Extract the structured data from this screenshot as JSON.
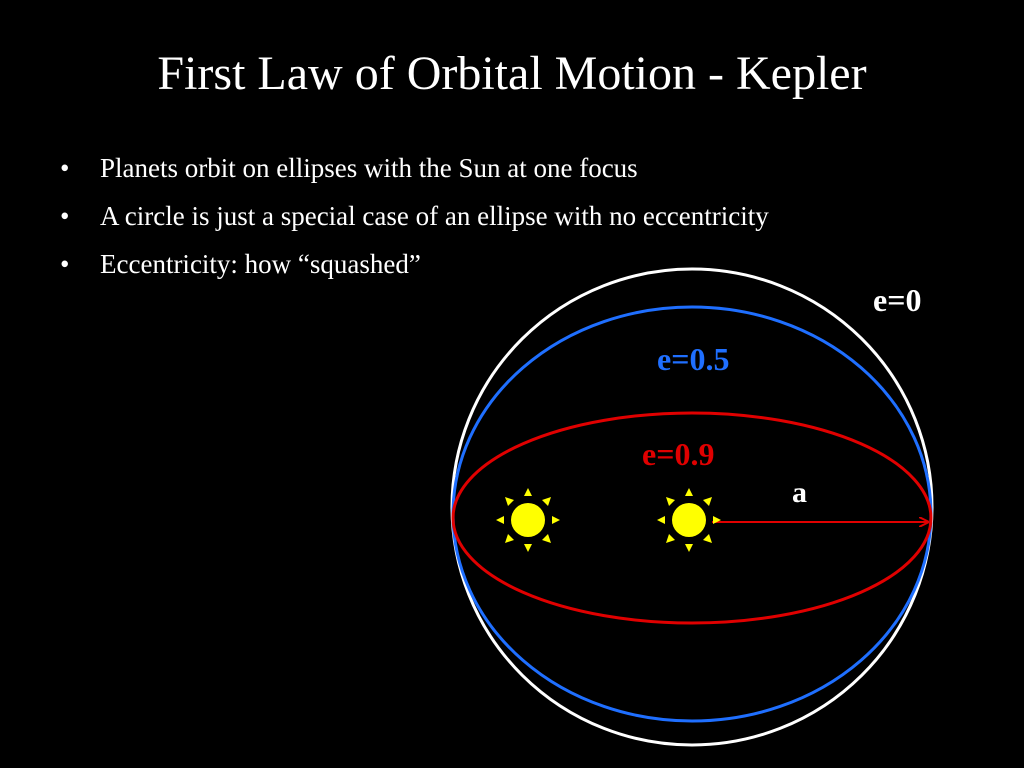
{
  "title": "First Law of Orbital Motion - Kepler",
  "bullets": [
    "Planets orbit on ellipses with the Sun at one focus",
    "A circle is just a special case of an ellipse with no eccentricity",
    "Eccentricity: how “squashed”"
  ],
  "bullet_glyph": "•",
  "diagram": {
    "labels": {
      "circle": "e=0",
      "blue_ellipse": "e=0.5",
      "red_ellipse": "e=0.9",
      "semi_major_axis": "a"
    },
    "colors": {
      "circle": "#ffffff",
      "blue_ellipse": "#1f6fff",
      "red_ellipse": "#e00000",
      "sun": "#ffff00",
      "axis_arrow": "#e00000"
    },
    "eccentricities": [
      0,
      0.5,
      0.9
    ],
    "icons": [
      "sun-icon",
      "sun-icon"
    ]
  }
}
